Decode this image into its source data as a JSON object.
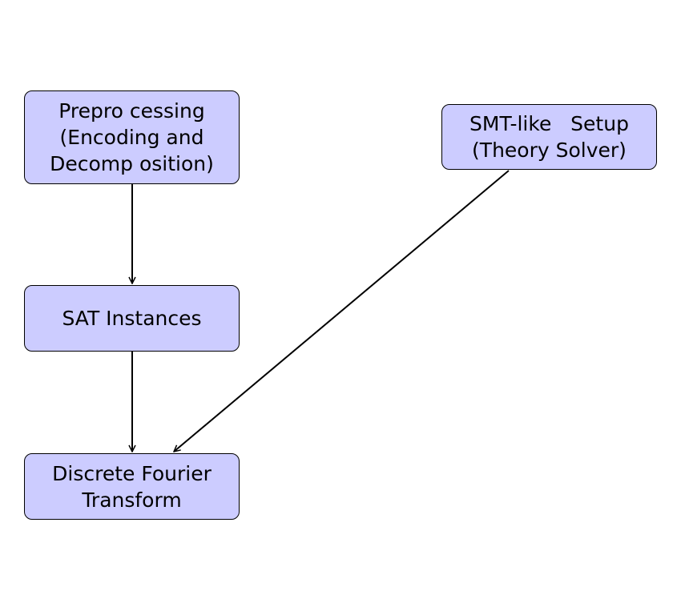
{
  "nodes": {
    "preprocessing": {
      "line1": "Prepro cessing",
      "line2": "(Encoding and",
      "line3": "Decomp osition)"
    },
    "smt_setup": {
      "line1": "SMT-like   Setup",
      "line2": "(Theory Solver)"
    },
    "sat_instances": {
      "line1": "SAT Instances"
    },
    "dft": {
      "line1": "Discrete Fourier",
      "line2": "Transform"
    }
  },
  "edges": [
    {
      "from": "preprocessing",
      "to": "sat_instances"
    },
    {
      "from": "sat_instances",
      "to": "dft"
    },
    {
      "from": "smt_setup",
      "to": "dft"
    }
  ],
  "colors": {
    "node_fill": "#ccccff",
    "node_border": "#000000",
    "edge": "#000000"
  }
}
